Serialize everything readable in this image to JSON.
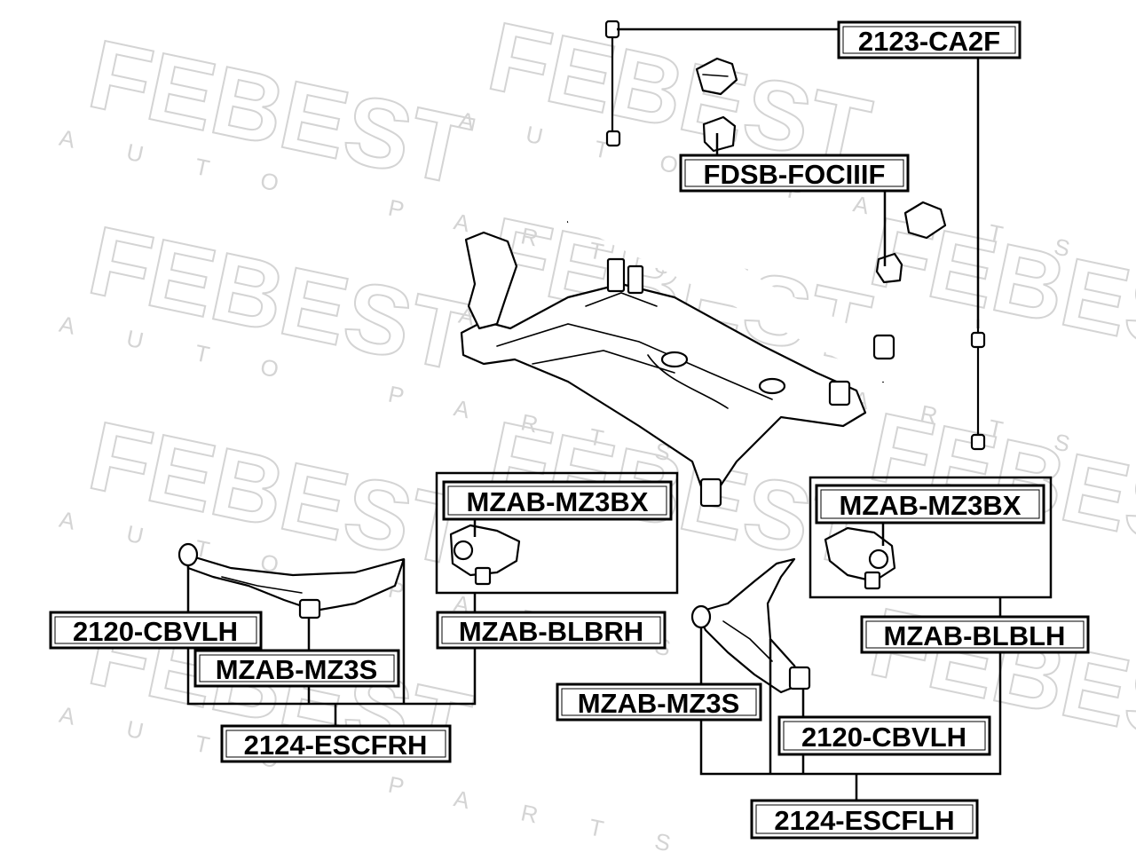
{
  "watermark": {
    "brand": "FEBEST",
    "tagline": "AUTO PARTS"
  },
  "labels": {
    "stabilizer_link": "2123-CA2F",
    "stabilizer_bushing": "FDSB-FOCIIIF",
    "arm_bushing_rear_rh": "MZAB-MZ3BX",
    "arm_bushing_rear_lh": "MZAB-MZ3BX",
    "ball_joint_rh": "2120-CBVLH",
    "front_bushing_rh": "MZAB-MZ3S",
    "rear_bushing_assy_rh": "MZAB-BLBRH",
    "control_arm_rh": "2124-ESCFRH",
    "rear_bushing_assy_lh": "MZAB-BLBLH",
    "front_bushing_lh": "MZAB-MZ3S",
    "ball_joint_lh": "2120-CBVLH",
    "control_arm_lh": "2124-ESCFLH"
  }
}
